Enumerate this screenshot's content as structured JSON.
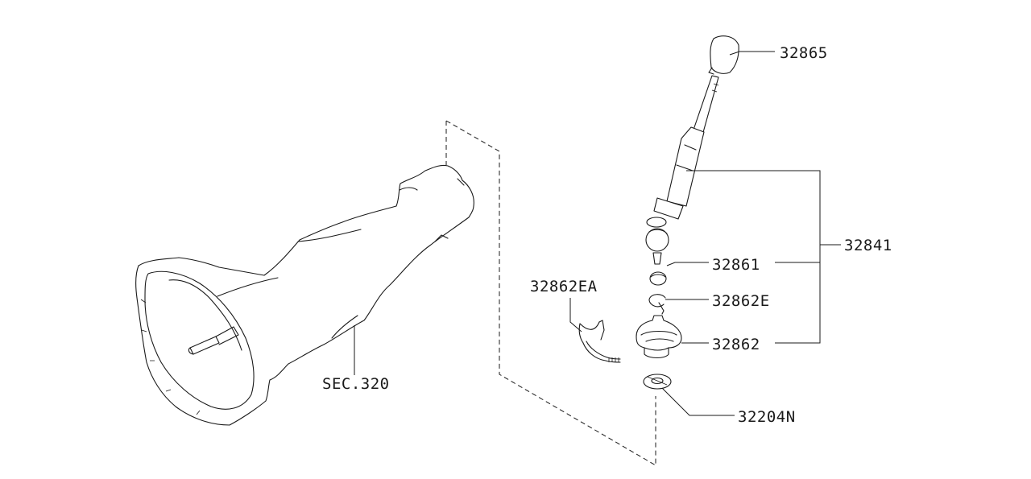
{
  "diagram": {
    "labels": {
      "knob": "32865",
      "lever_assembly": "32841",
      "bushing": "32861",
      "snap_clip": "32862E",
      "boot": "32862",
      "clip_ea": "32862EA",
      "retainer": "32204N",
      "transmission_section": "SEC.320"
    },
    "colors": {
      "ink": "#1a1a1a",
      "background": "#ffffff"
    }
  }
}
